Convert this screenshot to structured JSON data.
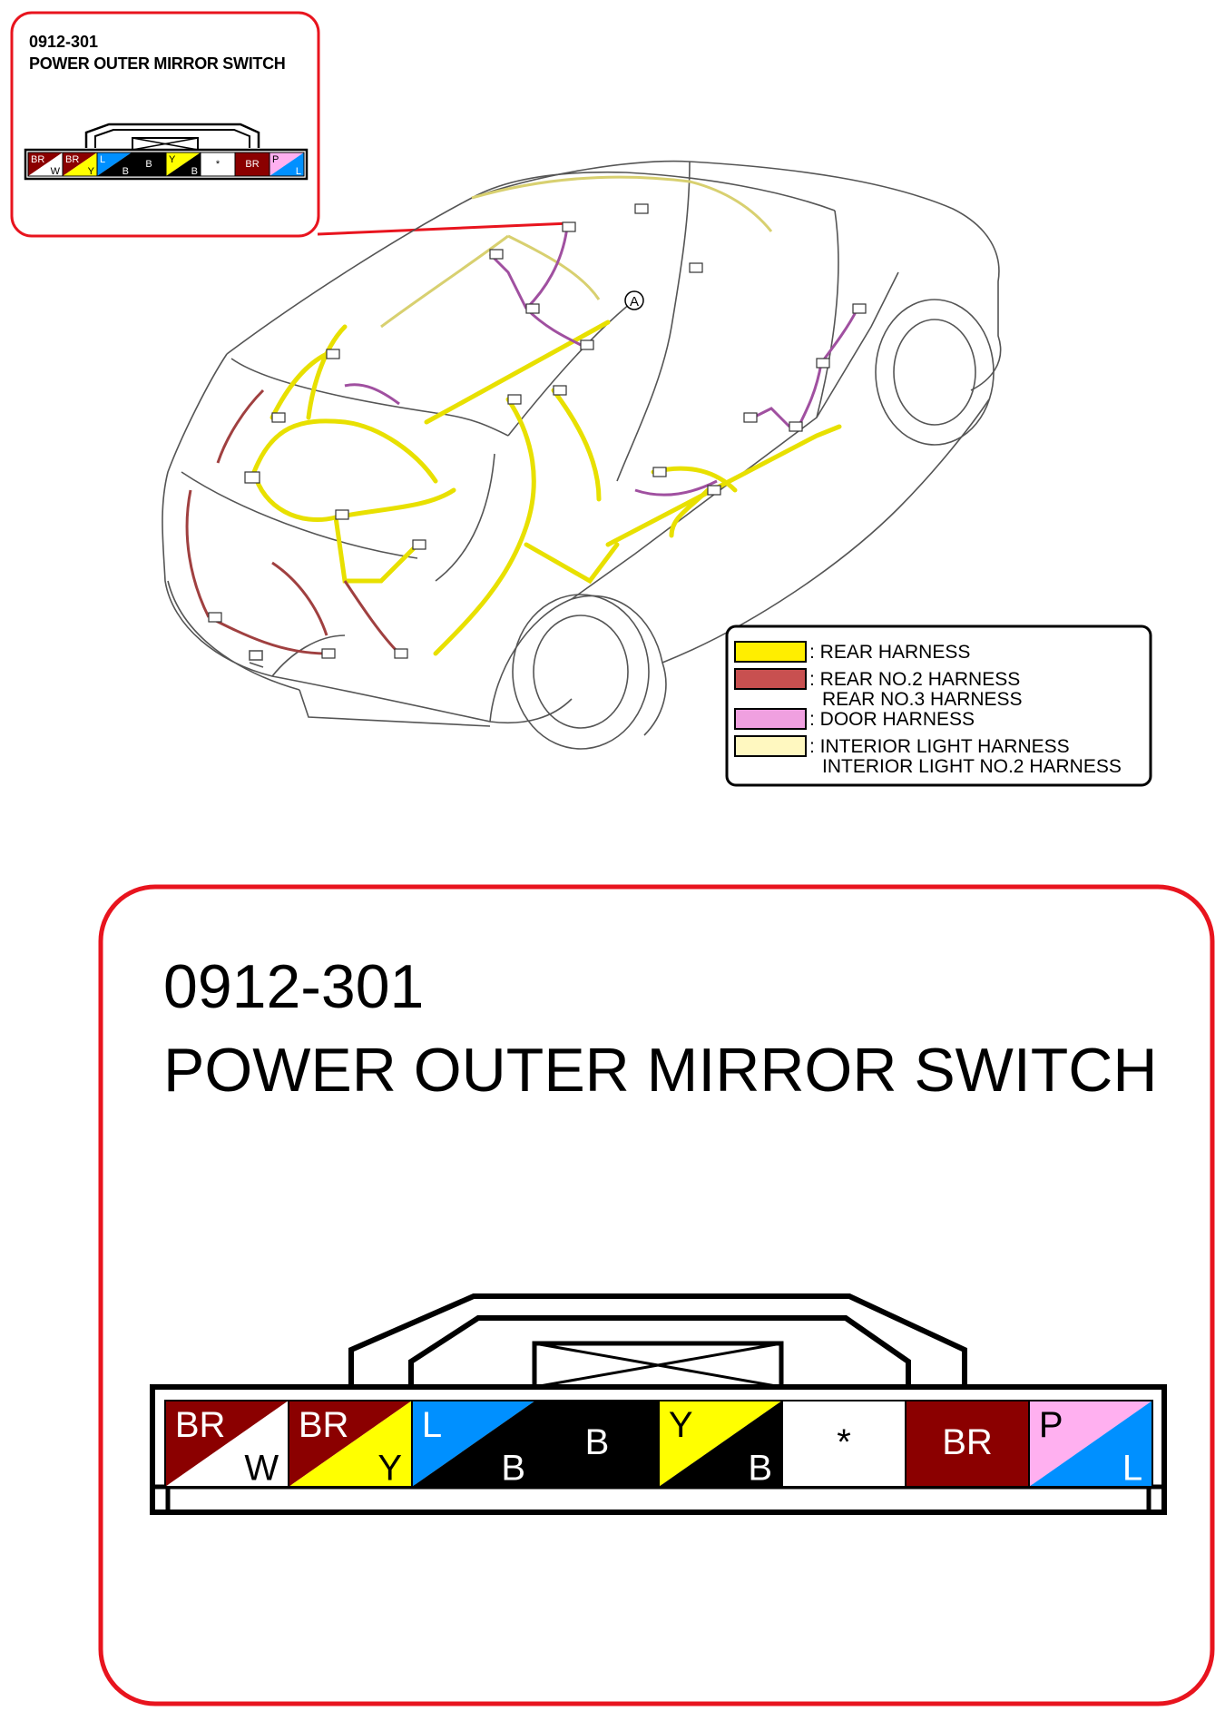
{
  "connector": {
    "code": "0912-301",
    "name": "POWER OUTER MIRROR SWITCH"
  },
  "pins": [
    {
      "top": "BR",
      "bottom": "W",
      "top_color": "#8b0000",
      "bottom_color": "#ffffff"
    },
    {
      "top": "BR",
      "bottom": "Y",
      "top_color": "#8b0000",
      "bottom_color": "#ffff00"
    },
    {
      "top": "L",
      "bottom": "B",
      "top_color": "#0090ff",
      "bottom_color": "#000000"
    },
    {
      "top": "B",
      "bottom": "",
      "top_color": "#000000",
      "bottom_color": "#000000"
    },
    {
      "top": "Y",
      "bottom": "B",
      "top_color": "#ffff00",
      "bottom_color": "#000000"
    },
    {
      "top": "*",
      "bottom": "",
      "top_color": "#ffffff",
      "bottom_color": "#ffffff"
    },
    {
      "top": "BR",
      "bottom": "",
      "top_color": "#8b0000",
      "bottom_color": "#8b0000"
    },
    {
      "top": "P",
      "bottom": "L",
      "top_color": "#ffb0f0",
      "bottom_color": "#0090ff"
    }
  ],
  "legend": {
    "items": [
      {
        "lines": [
          ": REAR HARNESS"
        ],
        "color": "#ffee00"
      },
      {
        "lines": [
          ": REAR NO.2 HARNESS",
          "REAR NO.3 HARNESS"
        ],
        "color": "#c85050"
      },
      {
        "lines": [
          ": DOOR HARNESS"
        ],
        "color": "#f0a0e0"
      },
      {
        "lines": [
          ": INTERIOR LIGHT HARNESS",
          "INTERIOR LIGHT NO.2 HARNESS"
        ],
        "color": "#fff8c0"
      }
    ]
  },
  "callout_marker": "A",
  "colors": {
    "frame_red": "#e8141e",
    "rear_harness": "#ffee00",
    "rear_no2_harness": "#a04040",
    "door_harness": "#a050a0"
  }
}
